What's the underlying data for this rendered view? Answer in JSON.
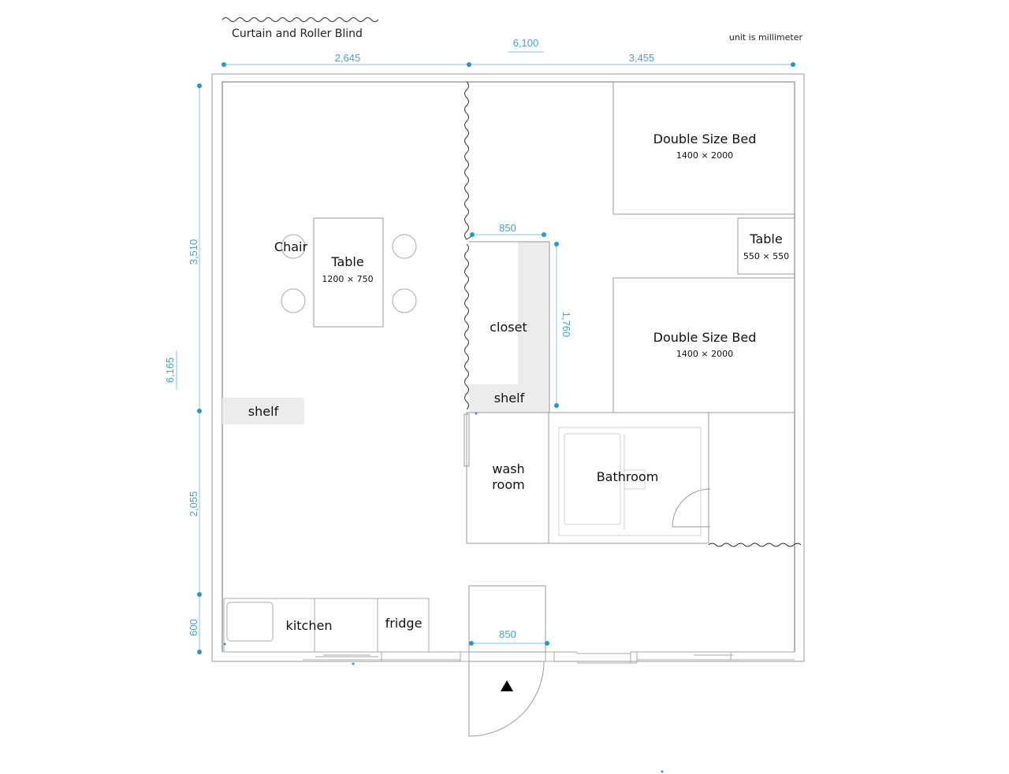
{
  "legend": {
    "curtain_label": "Curtain and Roller Blind"
  },
  "unit_note": "unit is millimeter",
  "dimensions": {
    "total_width": "6,100",
    "left_width": "2,645",
    "right_width": "3,455",
    "total_depth": "6,165",
    "upper_depth": "3,510",
    "middle_depth": "2,055",
    "bottom_depth": "600",
    "closet_width": "850",
    "closet_depth": "1,760",
    "entry_width": "850"
  },
  "rooms": {
    "bed1": {
      "label": "Double Size Bed",
      "size": "1400 × 2000"
    },
    "bed2": {
      "label": "Double Size Bed",
      "size": "1400 × 2000"
    },
    "side_table": {
      "label": "Table",
      "size": "550 × 550"
    },
    "dining_table": {
      "label": "Table",
      "size": "1200 × 750"
    },
    "chair": "Chair",
    "closet": "closet",
    "closet_shelf": "shelf",
    "shelf": "shelf",
    "wash_room_line1": "wash",
    "wash_room_line2": "room",
    "bathroom": "Bathroom",
    "kitchen": "kitchen",
    "fridge": "fridge"
  },
  "colors": {
    "dimension": "#1a9ad6",
    "shelf_fill": "#ececec"
  }
}
